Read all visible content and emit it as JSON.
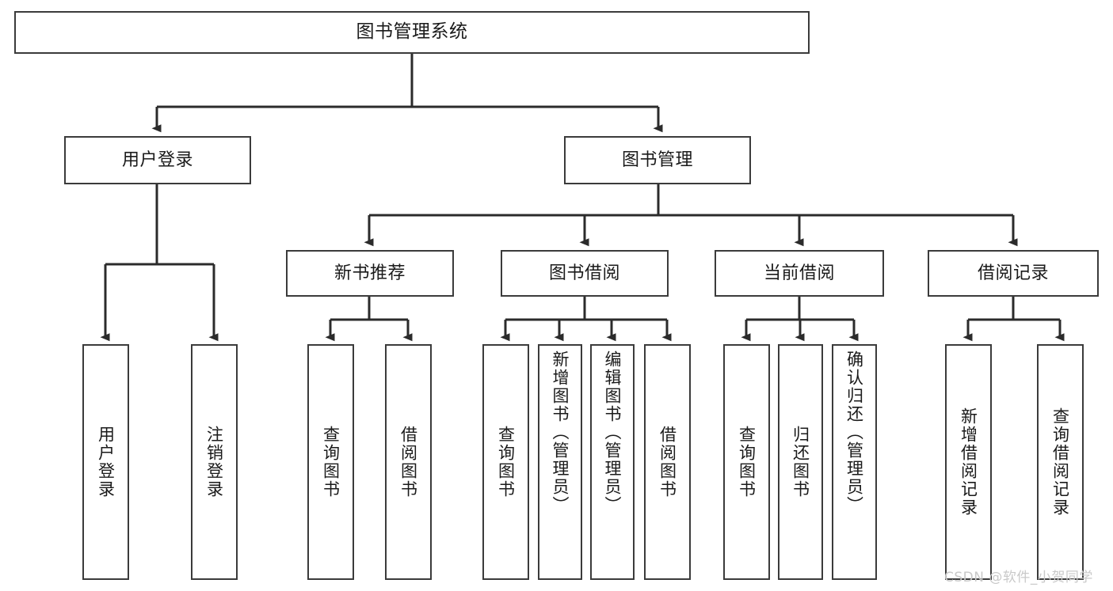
{
  "diagram": {
    "title": "图书管理系统",
    "type": "tree-structure-chart",
    "watermark": "CSDN @软件_小贺同学",
    "colors": {
      "node_border": "#3b3b3b",
      "node_fill": "#ffffff",
      "edge": "#2b2b2b",
      "text": "#1a1a1a",
      "watermark": "#c9c9c9",
      "background": "#ffffff"
    },
    "root": {
      "label": "图书管理系统"
    },
    "level2": [
      {
        "label": "用户登录"
      },
      {
        "label": "图书管理"
      }
    ],
    "level3": [
      {
        "label": "新书推荐"
      },
      {
        "label": "图书借阅"
      },
      {
        "label": "当前借阅"
      },
      {
        "label": "借阅记录"
      }
    ],
    "leaves": {
      "user_login": [
        {
          "label": "用户登录"
        },
        {
          "label": "注销登录"
        }
      ],
      "new_book_recommend": [
        {
          "label": "查询图书"
        },
        {
          "label": "借阅图书"
        }
      ],
      "book_borrow": [
        {
          "label": "查询图书"
        },
        {
          "label": "新增图书（管理员）"
        },
        {
          "label": "编辑图书（管理员）"
        },
        {
          "label": "借阅图书"
        }
      ],
      "current_borrow": [
        {
          "label": "查询图书"
        },
        {
          "label": "归还图书"
        },
        {
          "label": "确认归还（管理员）"
        }
      ],
      "borrow_record": [
        {
          "label": "新增借阅记录"
        },
        {
          "label": "查询借阅记录"
        }
      ]
    }
  }
}
